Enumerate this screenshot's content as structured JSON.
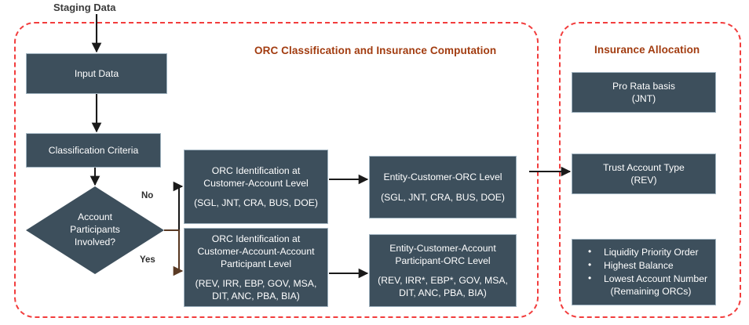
{
  "diagram": {
    "entry_label": "Staging Data",
    "panels": {
      "left": {
        "title": "ORC Classification  and Insurance Computation"
      },
      "right": {
        "title": "Insurance Allocation"
      }
    },
    "nodes": {
      "input_data": {
        "line1": "Input Data"
      },
      "classification_criteria": {
        "line1": "Classification  Criteria"
      },
      "decision": {
        "line1": "Account",
        "line2": "Participants",
        "line3": "Involved?"
      },
      "orc_customer_account": {
        "line1": "ORC Identification at",
        "line2": "Customer-Account  Level",
        "codes": "(SGL, JNT, CRA, BUS, DOE)"
      },
      "orc_customer_account_participant": {
        "line1": "ORC Identification at",
        "line2": "Customer-Account-Account",
        "line3": "Participant Level",
        "codes_line1": "(REV, IRR, EBP, GOV, MSA,",
        "codes_line2": "DIT, ANC, PBA, BIA)"
      },
      "entity_customer_orc": {
        "line1": "Entity-Customer-ORC  Level",
        "codes": "(SGL, JNT, CRA, BUS, DOE)"
      },
      "entity_customer_account_participant_orc": {
        "line1": "Entity-Customer-Account",
        "line2": "Participant-ORC Level",
        "codes_line1": "(REV, IRR*, EBP*, GOV, MSA,",
        "codes_line2": "DIT, ANC, PBA, BIA)"
      },
      "pro_rata": {
        "line1": "Pro Rata basis",
        "line2": "(JNT)"
      },
      "trust_account": {
        "line1": "Trust Account Type",
        "line2": "(REV)"
      },
      "remaining_orcs": {
        "bullets": [
          "Liquidity  Priority Order",
          "Highest Balance",
          "Lowest Account Number"
        ],
        "note": "(Remaining ORCs)"
      }
    },
    "branch_labels": {
      "no": "No",
      "yes": "Yes"
    },
    "colors": {
      "box_fill": "#3d4f5c",
      "box_border": "#9fb2bf",
      "panel_border": "#f23d3d",
      "panel_title": "#a23c10",
      "text_dark": "#3b3b3b",
      "arrow_black": "#1a1a1a",
      "arrow_brown": "#5a3a24",
      "box_text": "#ffffff"
    }
  }
}
